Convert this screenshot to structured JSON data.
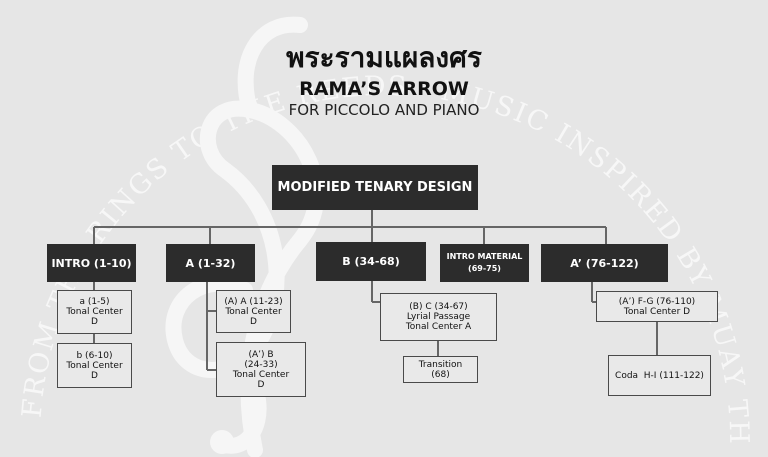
{
  "title_thai": "พระรามแผลงศร",
  "title_english": "RAMA’S ARROW",
  "subtitle": "FOR PICCOLO AND PIANO",
  "watermark_text": "FROM THE RINGS TO THE REEDS · MUSIC INSPIRED BY MUAY THAI",
  "root": {
    "label": "MODIFIED TENARY DESIGN"
  },
  "sections": [
    {
      "label": "INTRO (1-10)"
    },
    {
      "label": "A (1-32)"
    },
    {
      "label": "B (34-68)"
    },
    {
      "label": "INTRO MATERIAL",
      "sublabel": "(69-75)"
    },
    {
      "label": "A’ (76-122)"
    }
  ],
  "details": {
    "intro_a": [
      "a (1-5)",
      "Tonal Center",
      "D"
    ],
    "intro_b": [
      "b (6-10)",
      "Tonal Center",
      "D"
    ],
    "a_a": [
      "(A) A (11-23)",
      "Tonal Center",
      "D"
    ],
    "a_b": [
      "(A’) B",
      "(24-33)",
      "Tonal Center",
      "D"
    ],
    "b_c": [
      "(B) C (34-67)",
      "Lyrial Passage",
      "Tonal Center A"
    ],
    "b_transition": [
      "Transition",
      "(68)"
    ],
    "a2_fg": [
      "(A’) F-G (76-110)",
      "Tonal Center D"
    ],
    "a2_coda": [
      "Coda  H-I (111-122)"
    ]
  }
}
